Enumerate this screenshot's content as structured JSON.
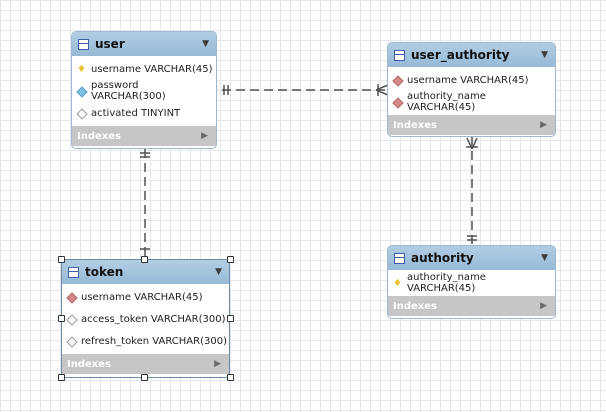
{
  "tables": {
    "user": {
      "name": "user",
      "columns": [
        {
          "text": "username VARCHAR(45)",
          "icon": "primary-key-icon"
        },
        {
          "text": "password VARCHAR(300)",
          "icon": "column-icon"
        },
        {
          "text": "activated TINYINT",
          "icon": "nullable-column-icon"
        }
      ],
      "indexes_label": "Indexes"
    },
    "user_authority": {
      "name": "user_authority",
      "columns": [
        {
          "text": "username VARCHAR(45)",
          "icon": "foreign-key-icon"
        },
        {
          "text": "authority_name VARCHAR(45)",
          "icon": "foreign-key-icon"
        }
      ],
      "indexes_label": "Indexes"
    },
    "authority": {
      "name": "authority",
      "columns": [
        {
          "text": "authority_name VARCHAR(45)",
          "icon": "primary-key-icon"
        }
      ],
      "indexes_label": "Indexes"
    },
    "token": {
      "name": "token",
      "columns": [
        {
          "text": "username VARCHAR(45)",
          "icon": "foreign-key-icon"
        },
        {
          "text": "access_token VARCHAR(300)",
          "icon": "nullable-column-icon"
        },
        {
          "text": "refresh_token VARCHAR(300)",
          "icon": "nullable-column-icon"
        }
      ],
      "indexes_label": "Indexes"
    }
  },
  "icons": {
    "collapse": "chevron-down-icon",
    "expand_indexes": "chevron-right-icon",
    "table": "table-icon"
  },
  "colors": {
    "header": "#a3c4dd",
    "indexes_bar": "#c6c6c6",
    "relationship_line": "#505050",
    "grid": "#e4e8ee"
  }
}
